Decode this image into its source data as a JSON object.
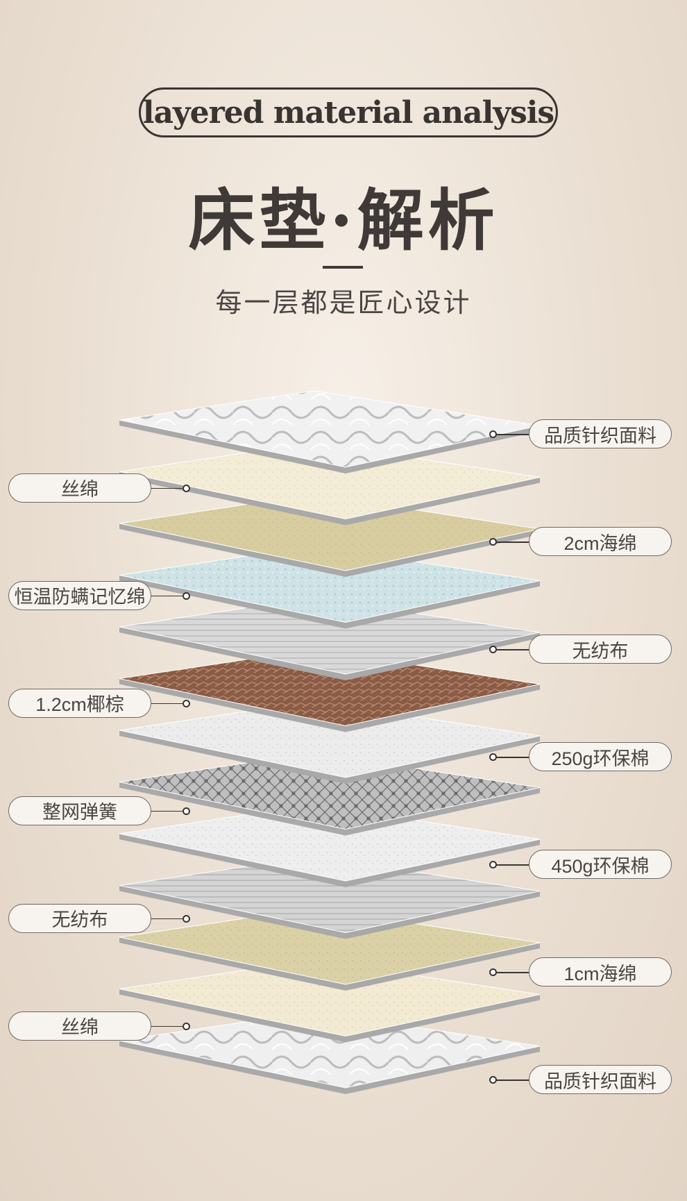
{
  "header": {
    "badge": "layered material analysis",
    "title": "床垫·解析",
    "subtitle": "每一层都是匠心设计"
  },
  "layers": [
    {
      "label": "品质针织面料",
      "side": "right",
      "material": "quilted-knit",
      "color": "#f1f1f1",
      "accent": "#bdbdbd"
    },
    {
      "label": "丝绵",
      "side": "left",
      "material": "silk-floss",
      "color": "#f3ecd6",
      "accent": "#e3d8b8"
    },
    {
      "label": "2cm海绵",
      "side": "right",
      "material": "foam",
      "color": "#d8cda0",
      "accent": "#c8bb8a"
    },
    {
      "label": "恒温防螨记忆绵",
      "side": "left",
      "material": "memory-foam",
      "color": "#cfe3e6",
      "accent": "#a9ccd2"
    },
    {
      "label": "无纺布",
      "side": "right",
      "material": "non-woven",
      "color": "#d9d9d9",
      "accent": "#b3b3b3"
    },
    {
      "label": "1.2cm椰棕",
      "side": "left",
      "material": "coir",
      "color": "#8a5b45",
      "accent": "#b88a70"
    },
    {
      "label": "250g环保棉",
      "side": "right",
      "material": "cotton",
      "color": "#ececec",
      "accent": "#d0d0d0"
    },
    {
      "label": "整网弹簧",
      "side": "left",
      "material": "spring-mesh",
      "color": "#bfbfbf",
      "accent": "#6f6f6f"
    },
    {
      "label": "450g环保棉",
      "side": "right",
      "material": "cotton",
      "color": "#eeeeee",
      "accent": "#d2d2d2"
    },
    {
      "label": "无纺布",
      "side": "left",
      "material": "non-woven",
      "color": "#d4d4d4",
      "accent": "#adadad"
    },
    {
      "label": "1cm海绵",
      "side": "right",
      "material": "foam",
      "color": "#dbd1a6",
      "accent": "#c7bb8d"
    },
    {
      "label": "丝绵",
      "side": "left",
      "material": "silk-floss",
      "color": "#f2ead2",
      "accent": "#e0d4b0"
    },
    {
      "label": "品质针织面料",
      "side": "right",
      "material": "quilted-knit",
      "color": "#efefef",
      "accent": "#bcbcbc"
    }
  ]
}
